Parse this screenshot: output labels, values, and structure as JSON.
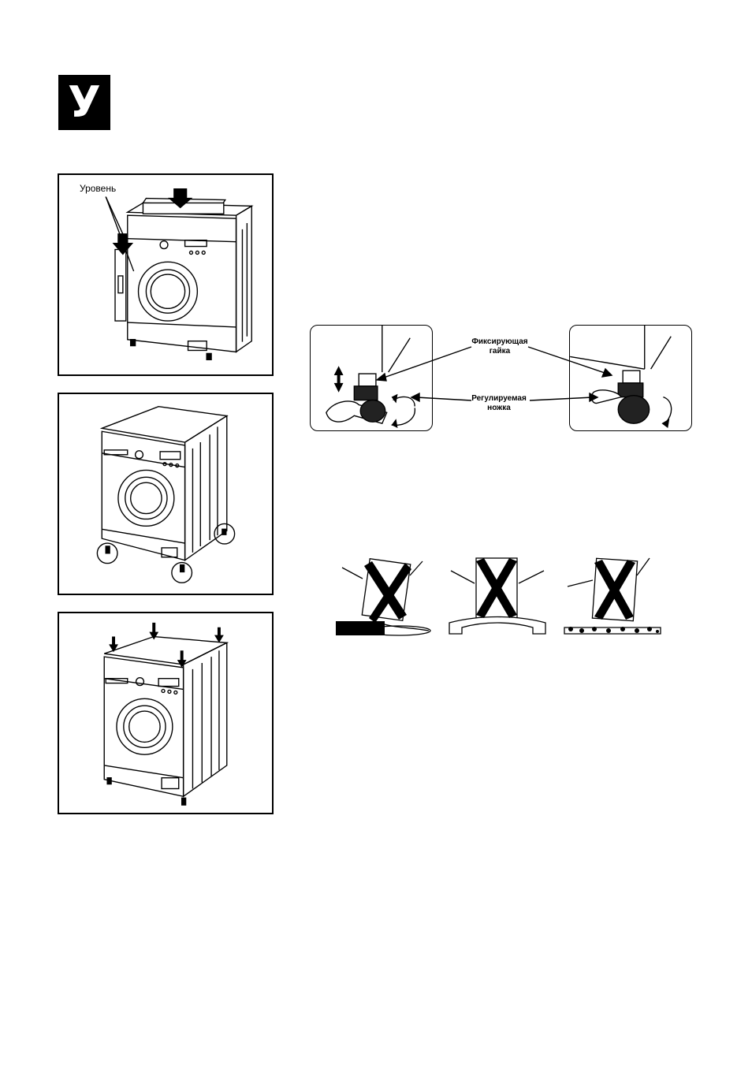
{
  "header": {
    "letter": "У"
  },
  "panel1": {
    "level_label": "Уровень"
  },
  "adjust_figure": {
    "lock_nut_label": "Фиксирующая гайка",
    "adjustable_foot_label": "Регулируемая ножка"
  },
  "icons": {
    "level-icon": "spirit level on machine",
    "wrench-icon": "wrench turning foot",
    "cross-icon": "X mark on machine"
  }
}
